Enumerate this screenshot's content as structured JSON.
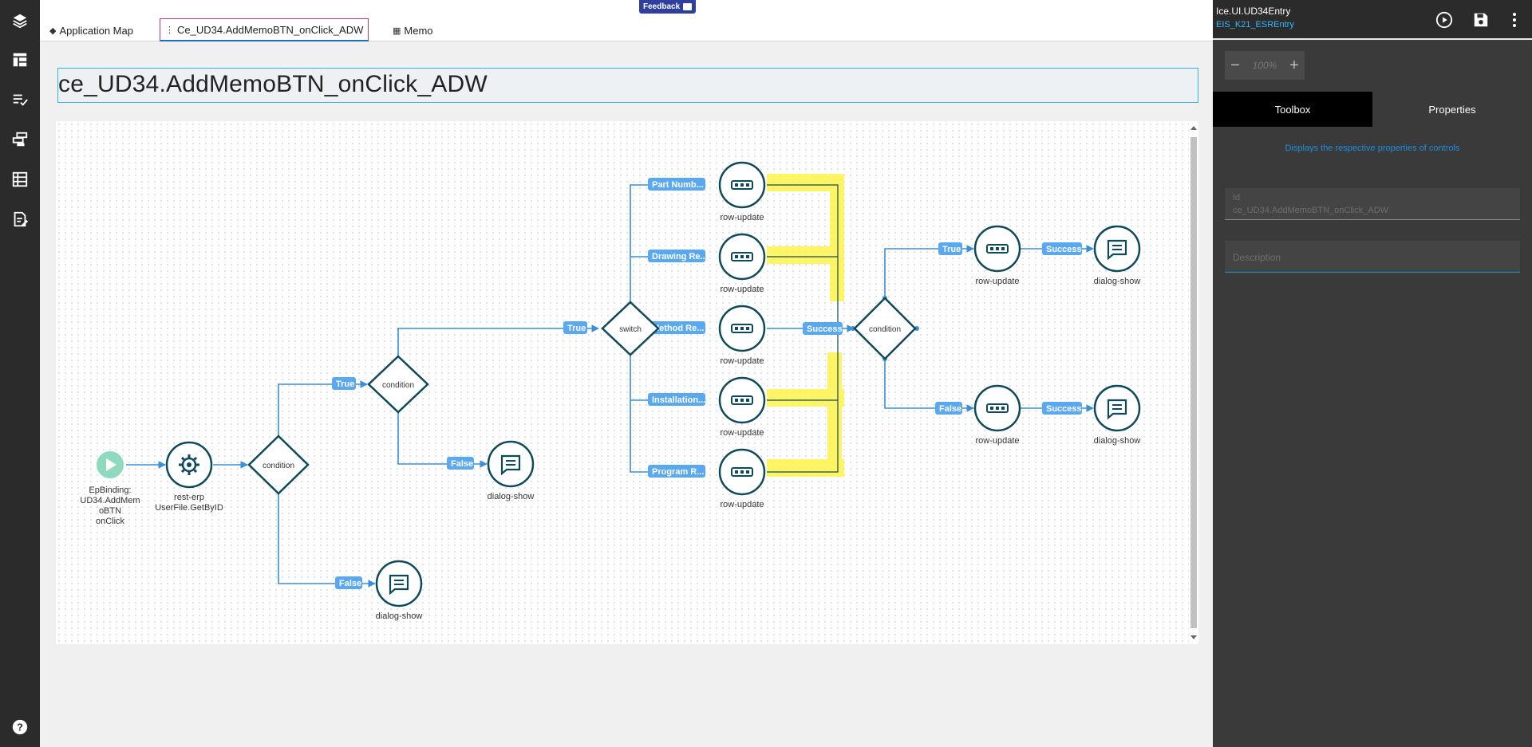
{
  "tabs": [
    {
      "label": "Application Map"
    },
    {
      "label": "Ce_UD34.AddMemoBTN_onClick_ADW"
    },
    {
      "label": "Memo"
    }
  ],
  "feedback": {
    "label": "Feedback"
  },
  "page_title": "ce_UD34.AddMemoBTN_onClick_ADW",
  "right_panel": {
    "app_name": "Ice.UI.UD34Entry",
    "sub_name": "EIS_K21_ESREntry",
    "zoom": "100%",
    "tab_toolbox": "Toolbox",
    "tab_properties": "Properties",
    "hint": "Displays the respective properties of controls",
    "id_label": "Id",
    "id_value": "ce_UD34.AddMemoBTN_onClick_ADW",
    "description_placeholder": "Description"
  },
  "flow": {
    "start_label": [
      "EpBinding:",
      "UD34.AddMem",
      "oBTN",
      "onClick"
    ],
    "rest_label": [
      "rest-erp",
      "UserFile.GetByID"
    ],
    "condition_label": "condition",
    "switch_label": "switch",
    "row_update_label": "row-update",
    "dialog_show_label": "dialog-show",
    "edge_true": "True",
    "edge_false": "False",
    "edge_success": "Success",
    "switch_cases": [
      "Part Numb...",
      "Drawing Re...",
      "Method Re...",
      "Installation...",
      "Program R..."
    ]
  },
  "colors": {
    "node_stroke": "#0f4a5a",
    "edge": "#3a8fd8",
    "edge_label_bg": "#5aa9f0",
    "start_fill": "#8fd9bf",
    "highlight": "#ffee33"
  }
}
